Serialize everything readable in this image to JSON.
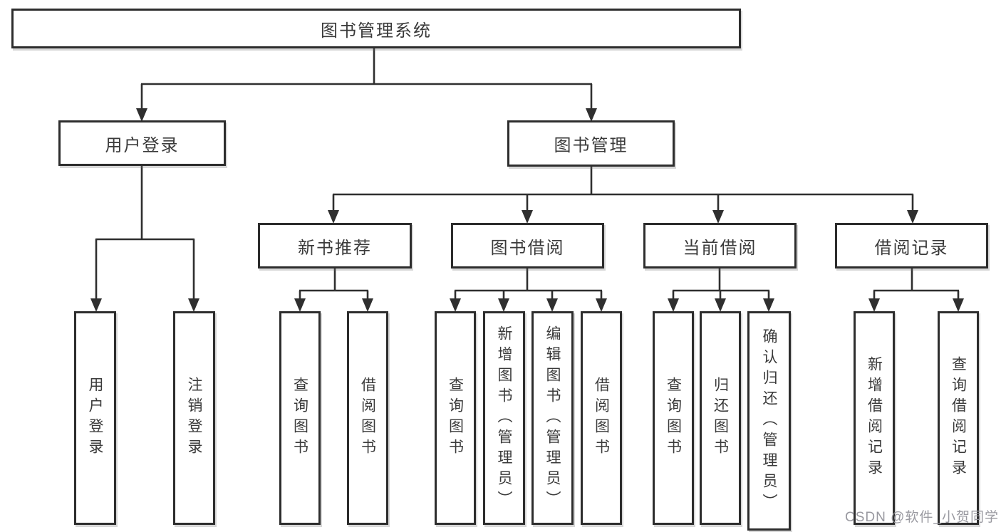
{
  "diagram": {
    "root": "图书管理系统",
    "level2": {
      "login": "用户登录",
      "management": "图书管理"
    },
    "login_children": [
      "用户登录",
      "注销登录"
    ],
    "modules": [
      "新书推荐",
      "图书借阅",
      "当前借阅",
      "借阅记录"
    ],
    "new_book_children": [
      "查询图书",
      "借阅图书"
    ],
    "borrow_children": [
      "查询图书",
      "新增图书（管理员）",
      "编辑图书（管理员）",
      "借阅图书"
    ],
    "current_children": [
      "查询图书",
      "归还图书",
      "确认归还（管理员）"
    ],
    "record_children": [
      "新增借阅记录",
      "查询借阅记录"
    ],
    "colors": {
      "line": "#2f2f2f",
      "border": "#2d2d2d",
      "text": "#3a3a3a",
      "watermark": "#94949b",
      "background": "#ffffff"
    }
  },
  "watermark": "CSDN @软件_小贺同学"
}
